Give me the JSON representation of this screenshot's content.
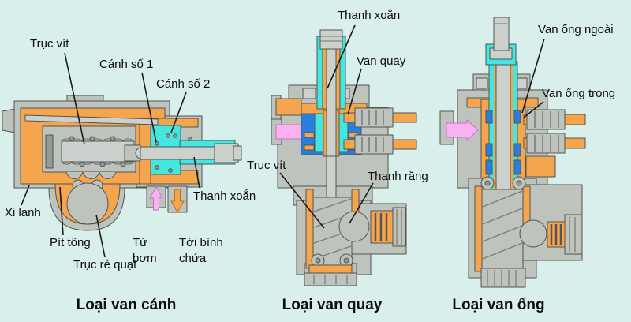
{
  "palette": {
    "bg": "#d9efeb",
    "gray": "#bfc3bd",
    "gray2": "#cdd1cd",
    "dark": "#969a96",
    "orange": "#f4a54e",
    "cyan": "#44e6e0",
    "blue": "#2b7de0",
    "pink": "#f7b2ef",
    "outline": "#50564f",
    "ink": "#0c0c0c"
  },
  "diagrams": {
    "vane": {
      "caption": "Loại van cánh",
      "labels": {
        "truc_vit": "Trục vít",
        "canh_so_1": "Cánh số 1",
        "canh_so_2": "Cánh số 2",
        "thanh_xoan": "Thanh xoắn",
        "xi_lanh": "Xi lanh",
        "pit_tong": "Pít tông",
        "truc_re_quat": "Trục rẻ quạt",
        "tu_bom": "Từ bơm",
        "toi_binh_chua": "Tới bình chứa"
      }
    },
    "rotary": {
      "caption": "Loại van quay",
      "labels": {
        "thanh_xoan": "Thanh xoắn",
        "van_quay": "Van quay",
        "truc_vit": "Trục vít",
        "thanh_rang": "Thanh răng"
      }
    },
    "spool": {
      "caption": "Loại van ống",
      "labels": {
        "van_ong_ngoai": "Van ống ngoài",
        "van_ong_trong": "Van ống trong"
      }
    }
  }
}
